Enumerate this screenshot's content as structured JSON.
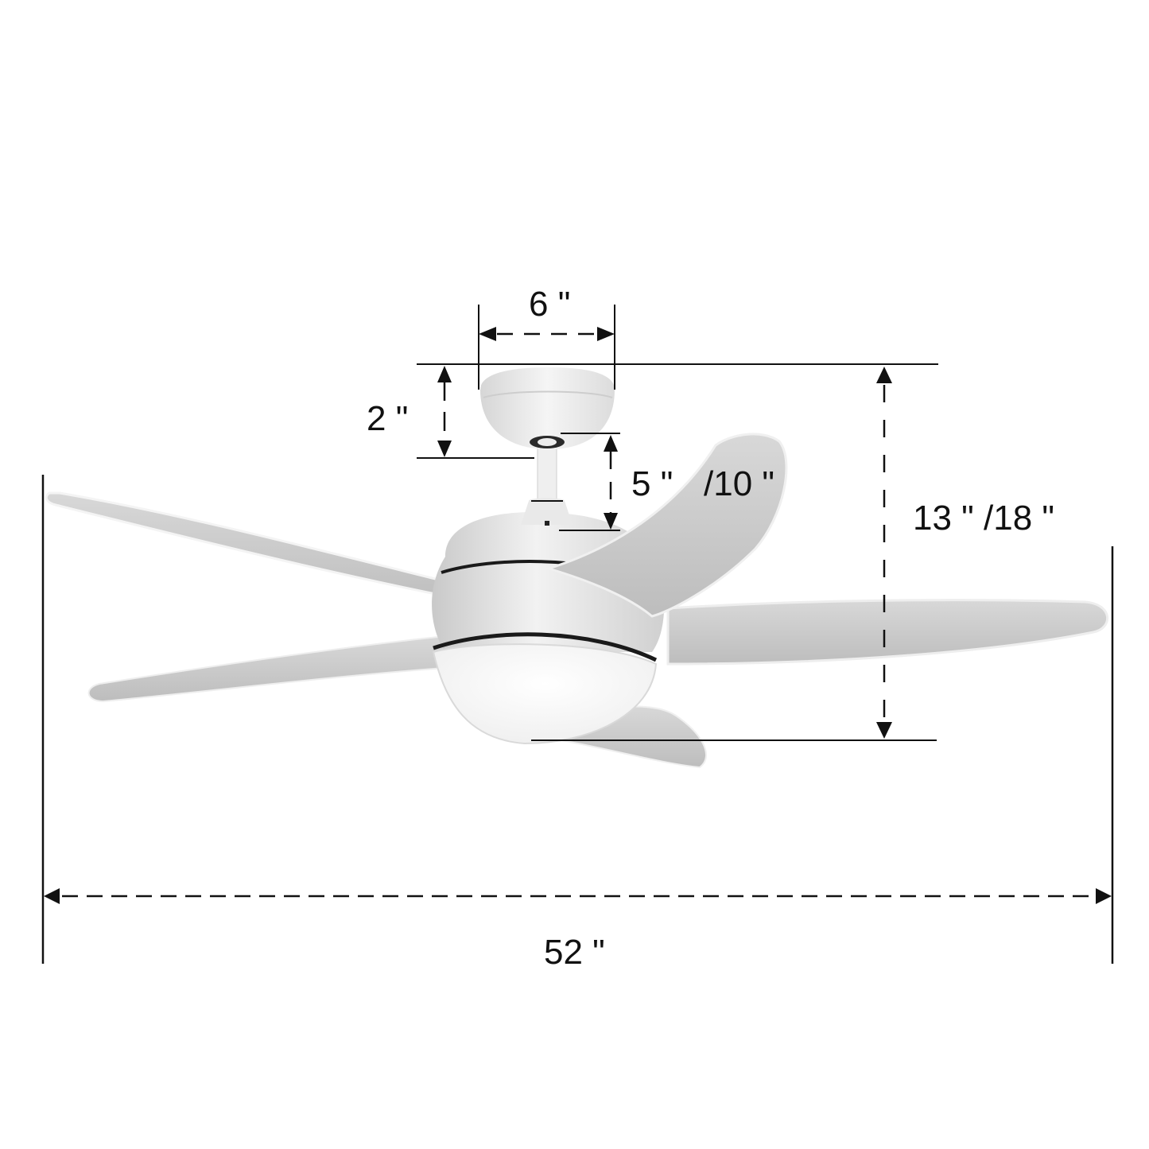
{
  "diagram": {
    "subject": "Ceiling fan with light kit — dimension drawing",
    "colors": {
      "background": "#ffffff",
      "line": "#111111",
      "blade": "#c9c9c9",
      "blade_edge": "#f2f2f2",
      "body": "#e6e6e6",
      "body_shadow": "#bdbdbd",
      "light": "#ffffff",
      "groove": "#1a1a1a"
    },
    "dimensions": {
      "canopy_width": {
        "value": "6",
        "unit": "\"",
        "label": "6 \""
      },
      "canopy_height": {
        "value": "2",
        "unit": "\"",
        "label": "2 \""
      },
      "downrod_length": {
        "value": "5/10",
        "unit": "\"",
        "label_a": "5 \"",
        "label_b": "/10 \""
      },
      "overall_height": {
        "value": "13/18",
        "unit": "\"",
        "label": "13 \" /18 \""
      },
      "blade_span": {
        "value": "52",
        "unit": "\"",
        "label": "52 \""
      }
    },
    "components": [
      "canopy",
      "downrod",
      "motor-housing",
      "light-kit",
      "blades"
    ],
    "blade_count": 5
  }
}
